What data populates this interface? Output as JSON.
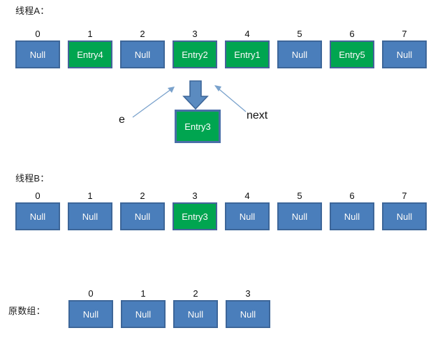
{
  "sections": [
    {
      "id": "thread-a",
      "label": "线程A：",
      "indices": [
        "0",
        "1",
        "2",
        "3",
        "4",
        "5",
        "6",
        "7"
      ],
      "cells": [
        {
          "text": "Null",
          "kind": "blue"
        },
        {
          "text": "Entry4",
          "kind": "green"
        },
        {
          "text": "Null",
          "kind": "blue"
        },
        {
          "text": "Entry2",
          "kind": "green"
        },
        {
          "text": "Entry1",
          "kind": "green"
        },
        {
          "text": "Null",
          "kind": "blue"
        },
        {
          "text": "Entry5",
          "kind": "green"
        },
        {
          "text": "Null",
          "kind": "blue"
        }
      ]
    },
    {
      "id": "thread-b",
      "label": "线程B：",
      "indices": [
        "0",
        "1",
        "2",
        "3",
        "4",
        "5",
        "6",
        "7"
      ],
      "cells": [
        {
          "text": "Null",
          "kind": "blue"
        },
        {
          "text": "Null",
          "kind": "blue"
        },
        {
          "text": "Null",
          "kind": "blue"
        },
        {
          "text": "Entry3",
          "kind": "green"
        },
        {
          "text": "Null",
          "kind": "blue"
        },
        {
          "text": "Null",
          "kind": "blue"
        },
        {
          "text": "Null",
          "kind": "blue"
        },
        {
          "text": "Null",
          "kind": "blue"
        }
      ]
    },
    {
      "id": "original-array",
      "label": "原数组：",
      "indices": [
        "0",
        "1",
        "2",
        "3"
      ],
      "cells": [
        {
          "text": "Null",
          "kind": "blue"
        },
        {
          "text": "Null",
          "kind": "blue"
        },
        {
          "text": "Null",
          "kind": "blue"
        },
        {
          "text": "Null",
          "kind": "blue"
        }
      ]
    }
  ],
  "detached_node": {
    "text": "Entry3",
    "kind": "green"
  },
  "annotations": {
    "e_label": "e",
    "next_label": "next"
  },
  "colors": {
    "blue_fill": "#4a7ebb",
    "blue_border": "#3d6699",
    "green_fill": "#00a550",
    "green_border": "#46639b",
    "arrow_fill": "#5b8bc0",
    "arrow_border": "#3d6699",
    "thin_arrow": "#7aa2cc"
  }
}
